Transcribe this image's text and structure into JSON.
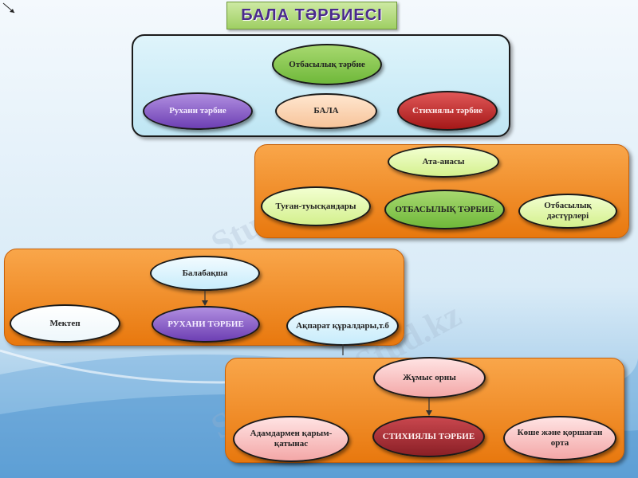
{
  "title": "БАЛА ТӘРБИЕСІ",
  "watermark": "Stud.kz",
  "panel1": {
    "top": "Отбасылық тәрбие",
    "left": "Рухани тәрбие",
    "center": "БАЛА",
    "right": "Стихиялы тәрбие"
  },
  "panel2": {
    "top": "Ата-анасы",
    "left": "Туған-туысқандары",
    "center": "ОТБАСЫЛЫҚ ТӘРБИЕ",
    "right": "Отбасылық дәстүрлері"
  },
  "panel3": {
    "top": "Балабақша",
    "left": "Мектеп",
    "center": "РУХАНИ ТӘРБИЕ",
    "right": "Ақпарат құралдары,т.б"
  },
  "panel4": {
    "top": "Жұмыс орны",
    "left": "Адамдармен қарым-қатынас",
    "center": "СТИХИЯЛЫ ТӘРБИЕ",
    "right": "Көше және қоршаған орта"
  }
}
